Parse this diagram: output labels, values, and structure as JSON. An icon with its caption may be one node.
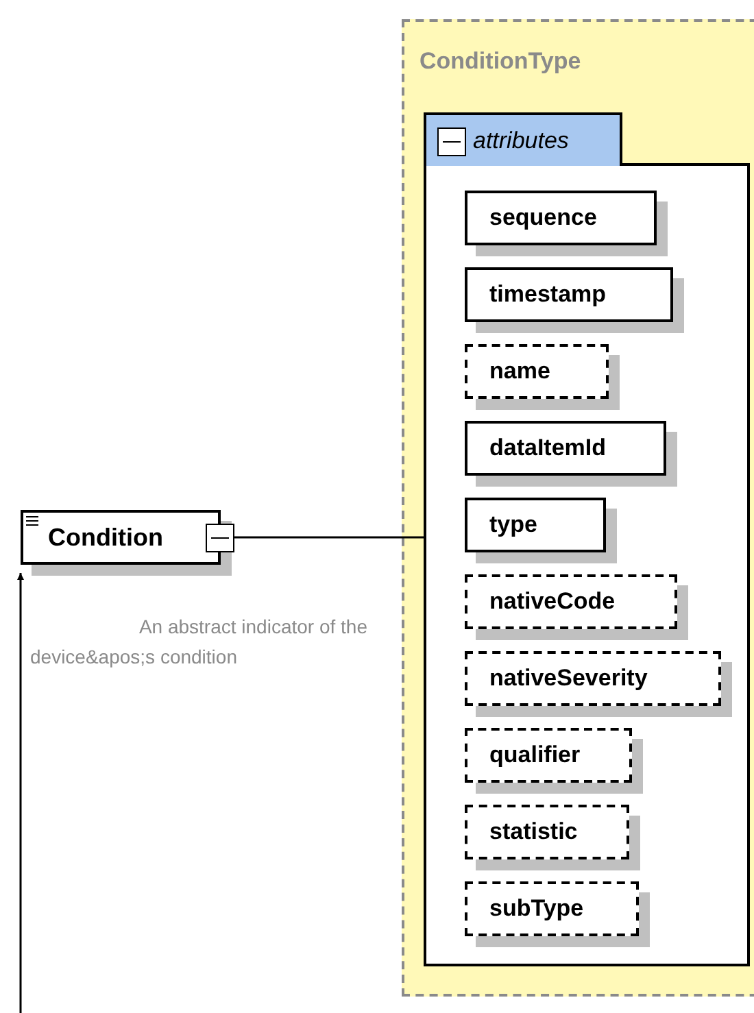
{
  "diagram": {
    "nodes": [
      {
        "text": [
          "Condition"
        ],
        "beside": [
          "An abstract indicator of the device&apos;s condition"
        ]
      },
      {
        "text": [
          "ConditionType"
        ]
      },
      {
        "text": [
          "attributes"
        ],
        "in": 1
      },
      {
        "text": [
          "sequence"
        ],
        "in": 2
      },
      {
        "text": [
          "timestamp"
        ],
        "in": 2
      },
      {
        "text": [
          "name"
        ],
        "in": 2
      },
      {
        "text": [
          "dataItemId"
        ],
        "in": 2
      },
      {
        "text": [
          "type"
        ],
        "in": 2
      },
      {
        "text": [
          "nativeCode"
        ],
        "in": 2
      },
      {
        "text": [
          "nativeSeverity"
        ],
        "in": 2
      },
      {
        "text": [
          "qualifier"
        ],
        "in": 2
      },
      {
        "text": [
          "statistic"
        ],
        "in": 2
      },
      {
        "text": [
          "subType"
        ],
        "in": 2
      }
    ],
    "edges": [
      {
        "from": 0,
        "to": 2,
        "arrow": "none"
      },
      {
        "from": null,
        "to": 0,
        "arrow": "to"
      }
    ]
  }
}
